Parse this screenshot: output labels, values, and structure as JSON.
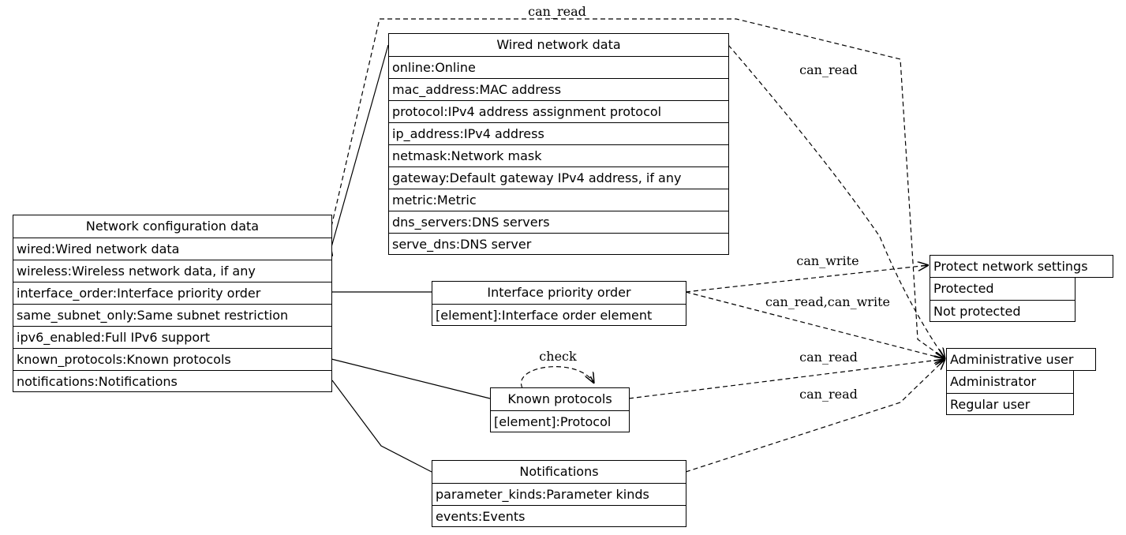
{
  "nodes": {
    "network_config": {
      "title": "Network configuration data",
      "fields": [
        "wired:Wired network data",
        "wireless:Wireless network data, if any",
        "interface_order:Interface priority order",
        "same_subnet_only:Same subnet restriction",
        "ipv6_enabled:Full IPv6 support",
        "known_protocols:Known protocols",
        "notifications:Notifications"
      ]
    },
    "wired": {
      "title": "Wired network data",
      "fields": [
        "online:Online",
        "mac_address:MAC address",
        "protocol:IPv4 address assignment protocol",
        "ip_address:IPv4 address",
        "netmask:Network mask",
        "gateway:Default gateway IPv4 address, if any",
        "metric:Metric",
        "dns_servers:DNS servers",
        "serve_dns:DNS server"
      ]
    },
    "interface_order": {
      "title": "Interface priority order",
      "fields": [
        "[element]:Interface order element"
      ]
    },
    "known_protocols": {
      "title": "Known protocols",
      "fields": [
        "[element]:Protocol"
      ]
    },
    "notifications": {
      "title": "Notifications",
      "fields": [
        "parameter_kinds:Parameter kinds",
        "events:Events"
      ]
    },
    "protect_settings": {
      "title": "Protect network settings",
      "fields": [
        "Protected",
        "Not protected"
      ]
    },
    "admin_user": {
      "title": "Administrative user",
      "fields": [
        "Administrator",
        "Regular user"
      ]
    }
  },
  "edge_labels": {
    "config_can_read": "can_read",
    "wired_can_read": "can_read",
    "order_can_write": "can_write",
    "order_can_read_write": "can_read,can_write",
    "protocols_check": "check",
    "protocols_can_read": "can_read",
    "notifications_can_read": "can_read"
  }
}
